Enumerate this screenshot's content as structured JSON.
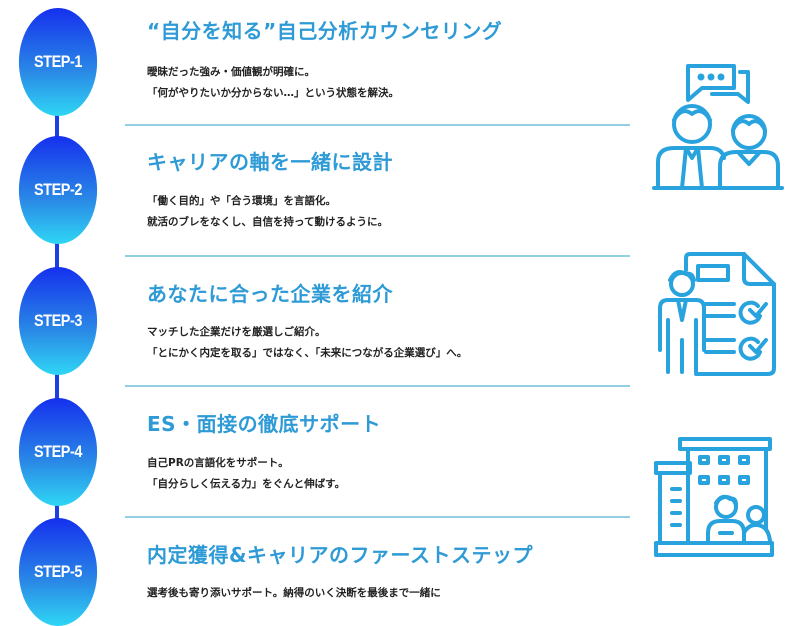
{
  "steps": [
    {
      "label": "STEP-1",
      "title": "“自分を知る”自己分析カウンセリング",
      "lines": [
        "曖昧だった強み・価値観が明確に。",
        "「何がやりたいか分からない…」という状態を解決。"
      ]
    },
    {
      "label": "STEP-2",
      "title": "キャリアの軸を一緒に設計",
      "lines": [
        "「働く目的」や「合う環境」を言語化。",
        "就活のブレをなくし、自信を持って動けるように。"
      ]
    },
    {
      "label": "STEP-3",
      "title": "あなたに合った企業を紹介",
      "lines": [
        "マッチした企業だけを厳選しご紹介。",
        "「とにかく内定を取る」ではなく、「未来につながる企業選び」へ。"
      ]
    },
    {
      "label": "STEP-4",
      "title": "ES・面接の徹底サポート",
      "lines": [
        "自己PRの言語化をサポート。",
        "「自分らしく伝える力」をぐんと伸ばす。"
      ]
    },
    {
      "label": "STEP-5",
      "title": "内定獲得&キャリアのファーストステップ",
      "lines": [
        "選考後も寄り添いサポート。納得のいく決断を最後まで一緒に"
      ]
    }
  ],
  "icons": [
    "counseling-people-icon",
    "candidate-checklist-icon",
    "company-building-icon"
  ],
  "colors": {
    "accent": "#2e9ad6",
    "timeline": "#1c3fe3",
    "icon": "#29a3dd",
    "divider": "#92cfe2"
  }
}
